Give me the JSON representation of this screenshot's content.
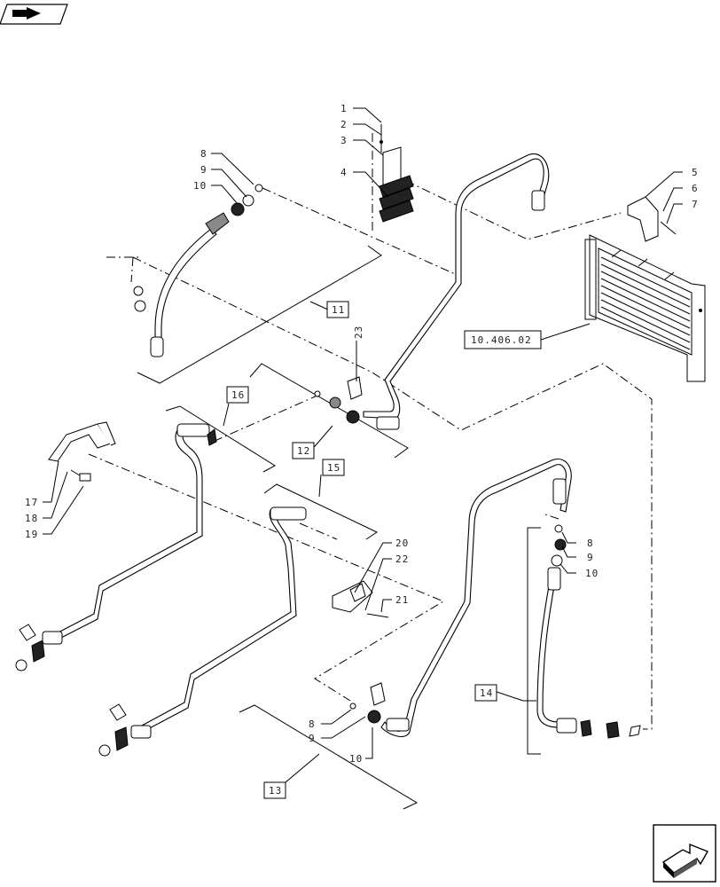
{
  "nav": {
    "prev_icon": "hand-pointing-icon",
    "next_icon": "arrow-forward-icon"
  },
  "callouts": {
    "c1": "1",
    "c2": "2",
    "c3": "3",
    "c4": "4",
    "c5": "5",
    "c6": "6",
    "c7": "7",
    "top_left_8": "8",
    "top_left_9": "9",
    "top_left_10": "10",
    "right_8": "8",
    "right_9": "9",
    "right_10": "10",
    "bottom_8": "8",
    "bottom_9": "9",
    "bottom_10": "10",
    "c17": "17",
    "c18": "18",
    "c19": "19",
    "c20": "20",
    "c21": "21",
    "c22": "22",
    "c23": "23"
  },
  "boxes": {
    "b11": "11",
    "b12": "12",
    "b13": "13",
    "b14": "14",
    "b15": "15",
    "b16": "16",
    "ref": "10.406.02"
  }
}
